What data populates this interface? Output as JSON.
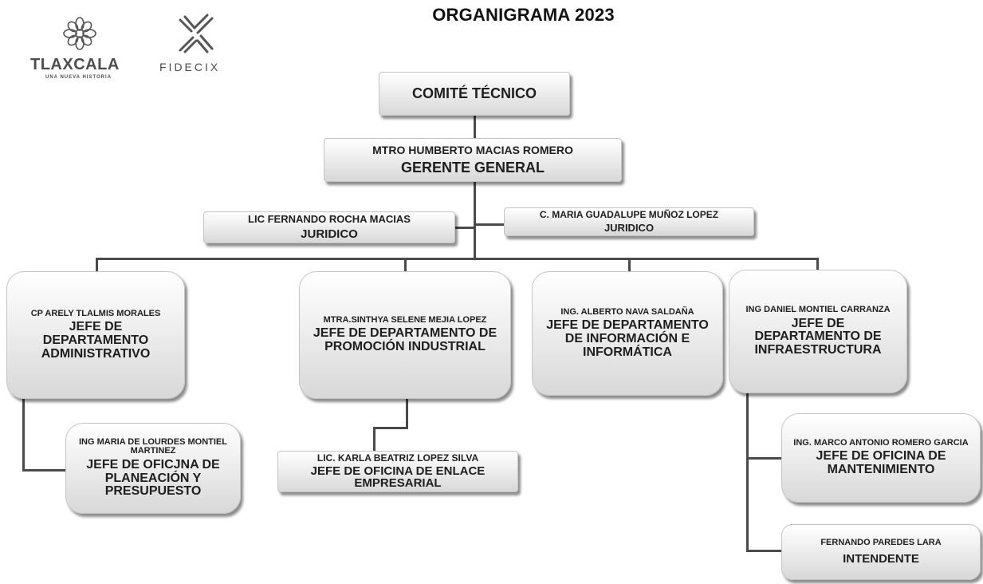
{
  "title": "ORGANIGRAMA 2023",
  "logos": {
    "tlaxcala": {
      "name": "TLAXCALA",
      "tagline": "UNA NUEVA HISTORIA"
    },
    "fidecix": {
      "name": "FIDECIX"
    }
  },
  "nodes": {
    "comite": {
      "role": "COMITÉ TÉCNICO"
    },
    "gerente": {
      "name": "MTRO HUMBERTO MACIAS ROMERO",
      "role": "GERENTE GENERAL"
    },
    "juridico_1": {
      "name": "LIC FERNANDO ROCHA MACIAS",
      "role": "JURIDICO"
    },
    "juridico_2": {
      "name": "C. MARIA GUADALUPE MUÑOZ LOPEZ",
      "role": "JURIDICO"
    },
    "administrativo": {
      "name": "CP ARELY TLALMIS MORALES",
      "role": "JEFE DE DEPARTAMENTO ADMINISTRATIVO"
    },
    "promocion": {
      "name": "MTRA.SINTHYA SELENE MEJIA LOPEZ",
      "role": "JEFE DE DEPARTAMENTO DE PROMOCIÓN INDUSTRIAL"
    },
    "informatica": {
      "name": "ING. ALBERTO NAVA SALDAÑA",
      "role": "JEFE DE DEPARTAMENTO DE INFORMACIÓN E INFORMÁTICA"
    },
    "infraestructura": {
      "name": "ING DANIEL MONTIEL CARRANZA",
      "role": "JEFE DE DEPARTAMENTO DE INFRAESTRUCTURA"
    },
    "planeacion": {
      "name": "ING MARIA DE LOURDES MONTIEL MARTINEZ",
      "role": "JEFE DE OFICJNA DE PLANEACIÓN Y PRESUPUESTO"
    },
    "enlace": {
      "name": "LIC. KARLA BEATRIZ LOPEZ SILVA",
      "role": "JEFE DE OFICINA DE ENLACE EMPRESARIAL"
    },
    "mantenimiento": {
      "name": "ING. MARCO ANTONIO ROMERO GARCIA",
      "role": "JEFE DE OFICINA DE MANTENIMIENTO"
    },
    "intendente": {
      "name": "FERNANDO PAREDES LARA",
      "role": "INTENDENTE"
    }
  }
}
